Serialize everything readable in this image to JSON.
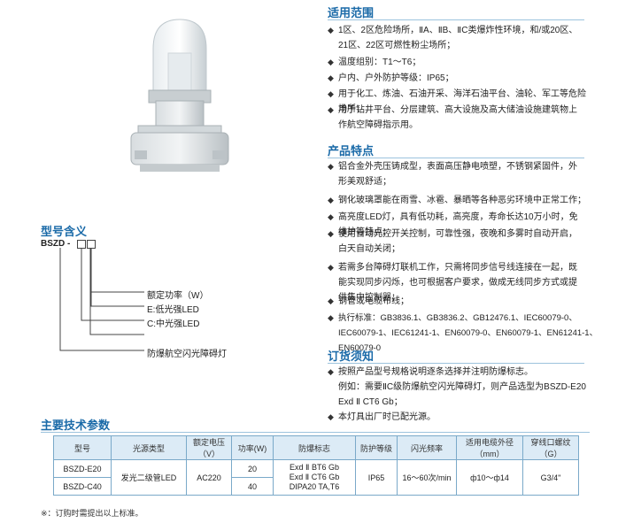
{
  "scope": {
    "title": "适用范围",
    "items": [
      "1区、2区危险场所，ⅡA、ⅡB、ⅡC类爆炸性环境，和/或20区、\n21区、22区可燃性粉尘场所；",
      "温度组别：T1～T6；",
      "户内、户外防护等级：IP65；",
      "用于化工、炼油、石油开采、海洋石油平台、油轮、军工等危险场所；",
      "用于钻井平台、分层建筑、高大设施及高大储油设施建筑物上\n作航空障碍指示用。"
    ]
  },
  "features": {
    "title": "产品特点",
    "items": [
      "铝合金外壳压铸成型，表面高压静电喷塑，不锈钢紧固件，外\n形美观舒适；",
      "钢化玻璃罩能在雨雪、冰雹、暴晒等各种恶劣环境中正常工作；",
      "高亮度LED灯，具有低功耗，高亮度，寿命长达10万小时，免\n维护等特点；",
      "使用自动光控开关控制，可靠性强，夜晚和多雾时自动开启，\n白天自动关闭；",
      "若需多台障碍灯联机工作，只需将同步信号线连接在一起，既\n能实现同步闪烁，也可根据客户要求，做成无线同步方式或提\n供集中控制器；",
      "钢管或电缆布线；",
      "执行标准：GB3836.1、GB3836.2、GB12476.1、IEC60079-0、\nIEC60079-1、IEC61241-1、EN60079-0、EN60079-1、EN61241-1、EN60079-0"
    ]
  },
  "ordering": {
    "title": "订货须知",
    "items": [
      "按照产品型号规格说明逐条选择并注明防爆标志。\n例如：需要ⅡC级防爆航空闪光障碍灯，则产品选型为BSZD-E20\nExd Ⅱ CT6 Gb；",
      "本灯具出厂时已配光源。"
    ]
  },
  "model": {
    "title": "型号含义",
    "code": "BSZD -",
    "labels": [
      "额定功率（W）",
      "E:低光强LED",
      "C:中光强LED",
      "防爆航空闪光障碍灯"
    ]
  },
  "tech": {
    "title": "主要技术参数",
    "headers": [
      "型号",
      "光源类型",
      "额定电压\n（V）",
      "功率(W)",
      "防爆标志",
      "防护等级",
      "闪光频率",
      "适用电缆外径\n（mm）",
      "穿线口螺纹\n（G）"
    ],
    "rows": [
      {
        "model": "BSZD-E20",
        "power": "20"
      },
      {
        "model": "BSZD-C40",
        "power": "40"
      }
    ],
    "light": "发光二级管LED",
    "voltage": "AC220",
    "exmark": "Exd Ⅱ BT6 Gb\nExd Ⅱ CT6 Gb\nDIPA20 TA,T6",
    "ip": "IP65",
    "flash": "16～60次/min",
    "cable": "ф10～ф14",
    "thread": "G3/4\""
  },
  "note": "※：订购时需提出以上标准。",
  "colors": {
    "accent": "#1a6aa8",
    "table_header": "#dcebf6",
    "border": "#7aa9c9"
  }
}
